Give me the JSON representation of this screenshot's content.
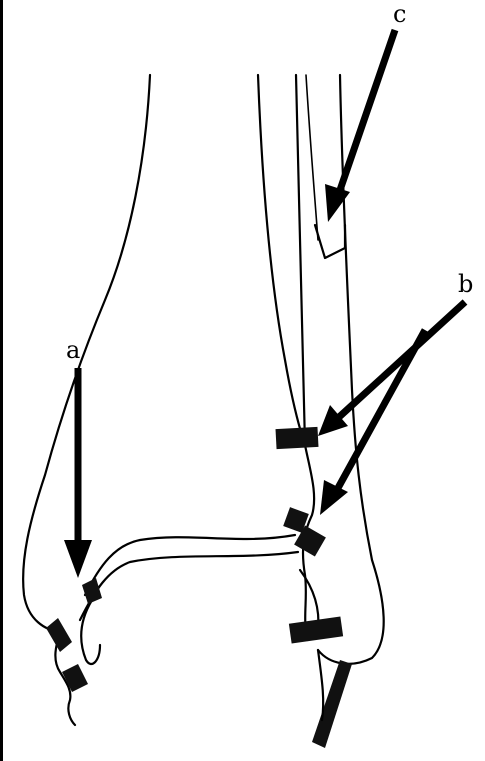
{
  "labels": {
    "a": "a",
    "b": "b",
    "c": "c"
  },
  "colors": {
    "line": "#000000",
    "background": "#ffffff"
  }
}
